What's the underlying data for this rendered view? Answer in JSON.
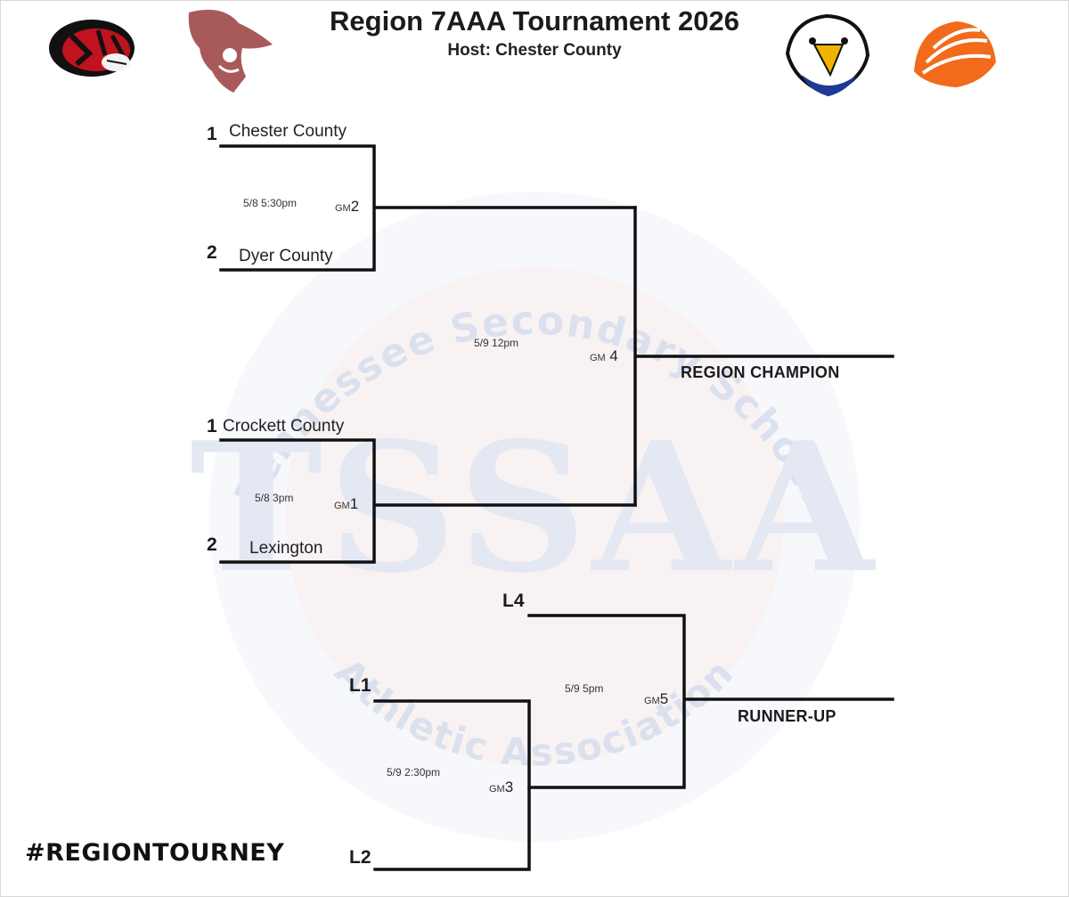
{
  "header": {
    "title": "Region 7AAA Tournament 2026",
    "subtitle": "Host: Chester County"
  },
  "watermark": {
    "text": "TSSAA",
    "top_arc": "Tennessee Secondary School",
    "bottom_arc": "Athletic Association",
    "colors": {
      "blue": "#2c4f8e",
      "red": "#c8343b"
    }
  },
  "logos": [
    {
      "name": "tiger-logo",
      "colors": [
        "#c1121f",
        "#111111"
      ]
    },
    {
      "name": "cavalier-logo",
      "colors": [
        "#a85a5a"
      ]
    },
    {
      "name": "eagle-logo",
      "colors": [
        "#1f3a93",
        "#f0b400"
      ]
    },
    {
      "name": "chief-logo",
      "colors": [
        "#f26a1b"
      ]
    }
  ],
  "bracket": {
    "game2": {
      "top": {
        "seed": "1",
        "team": "Chester County"
      },
      "bottom": {
        "seed": "2",
        "team": "Dyer County"
      },
      "time": "5/8 5:30pm",
      "gm_prefix": "GM",
      "gm_num": "2"
    },
    "game1": {
      "top": {
        "seed": "1",
        "team": "Crockett County"
      },
      "bottom": {
        "seed": "2",
        "team": "Lexington"
      },
      "time": "5/8 3pm",
      "gm_prefix": "GM",
      "gm_num": "1"
    },
    "game4": {
      "time": "5/9 12pm",
      "gm_prefix": "GM",
      "gm_num": "4",
      "result": "REGION CHAMPION"
    },
    "game3": {
      "top": "L1",
      "bottom": "L2",
      "time": "5/9 2:30pm",
      "gm_prefix": "GM",
      "gm_num": "3"
    },
    "game5": {
      "top": "L4",
      "time": "5/9 5pm",
      "gm_prefix": "GM",
      "gm_num": "5",
      "result": "RUNNER-UP"
    }
  },
  "footer": {
    "hashtag": "#REGIONTOURNEY"
  }
}
